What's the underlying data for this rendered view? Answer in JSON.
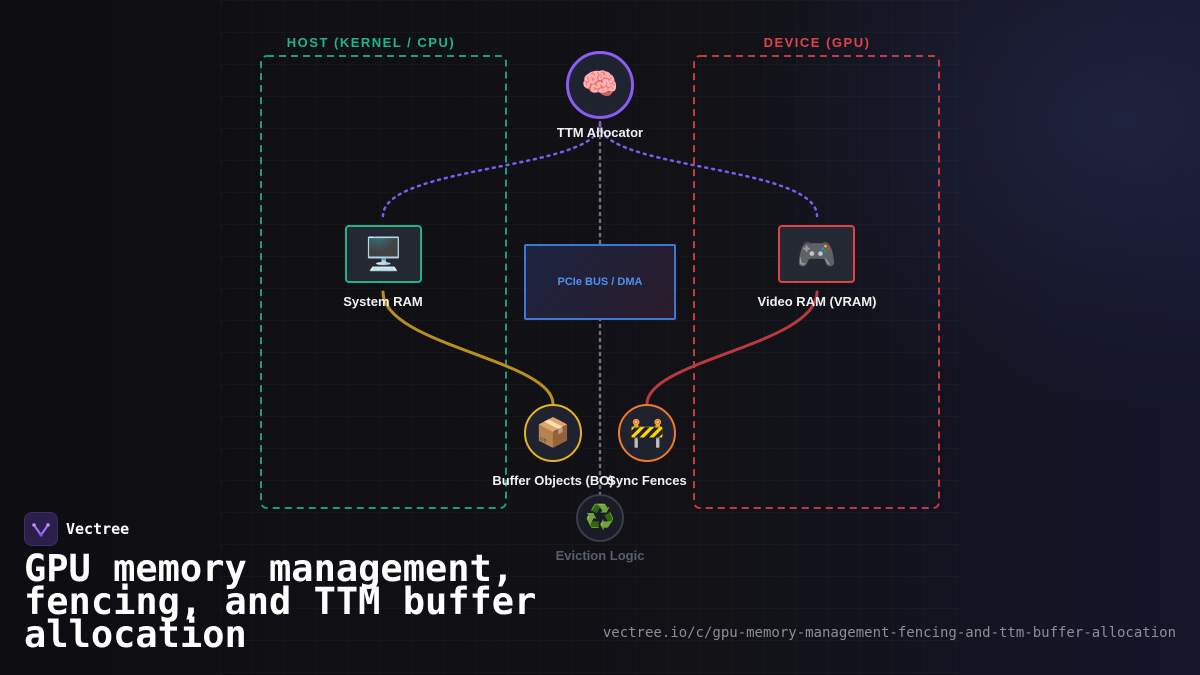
{
  "groups": {
    "host": {
      "title": "HOST (KERNEL / CPU)",
      "color": "#1fb58a"
    },
    "device": {
      "title": "DEVICE (GPU)",
      "color": "#e0424a"
    }
  },
  "nodes": {
    "ttm_allocator": {
      "label": "TTM Allocator",
      "icon": "brain-icon",
      "glyph": "🧠",
      "color": "#8b5cf6"
    },
    "system_ram": {
      "label": "System RAM",
      "icon": "desktop-computer-icon",
      "glyph": "🖥️",
      "color": "#1fb58a"
    },
    "pcie_bus": {
      "label": "PCIe BUS / DMA",
      "color": "#3b78d8"
    },
    "video_ram": {
      "label": "Video RAM (VRAM)",
      "icon": "game-controller-icon",
      "glyph": "🎮",
      "color": "#e0424a"
    },
    "buffer_objects": {
      "label": "Buffer Objects (BO)",
      "icon": "package-icon",
      "glyph": "📦",
      "color": "#e8b325"
    },
    "sync_fences": {
      "label": "Sync Fences",
      "icon": "construction-barrier-icon",
      "glyph": "🚧",
      "color": "#f07a2a"
    },
    "eviction_logic": {
      "label": "Eviction Logic",
      "icon": "recycle-icon",
      "glyph": "♻️",
      "color": "#4a5568"
    }
  },
  "edges": [
    {
      "from": "ttm_allocator",
      "to": "system_ram",
      "style": "dotted",
      "color": "#7b5cf0"
    },
    {
      "from": "ttm_allocator",
      "to": "video_ram",
      "style": "dotted",
      "color": "#7b5cf0"
    },
    {
      "from": "system_ram",
      "to": "buffer_objects",
      "style": "solid",
      "color": "#b8901e"
    },
    {
      "from": "video_ram",
      "to": "sync_fences",
      "style": "solid",
      "color": "#b83a3f"
    },
    {
      "from": "ttm_allocator",
      "to": "eviction_logic",
      "style": "dotted",
      "color": "#6b7280"
    }
  ],
  "brand": {
    "name": "Vectree",
    "icon": "vectree-logo-icon"
  },
  "title": "GPU memory management, fencing, and TTM buffer allocation",
  "url": "vectree.io/c/gpu-memory-management-fencing-and-ttm-buffer-allocation"
}
